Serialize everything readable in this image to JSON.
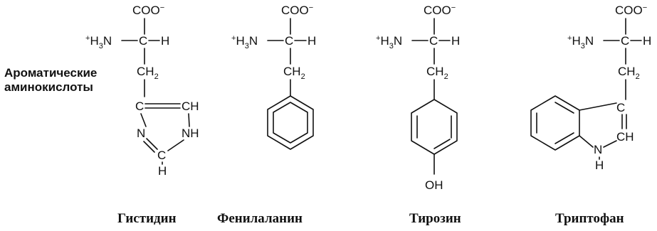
{
  "group_label": {
    "line1": "Ароматические",
    "line2": "аминокислоты"
  },
  "common": {
    "carboxylate": "COO",
    "minus": "−",
    "plus": "+",
    "amine_h": "H",
    "amine_n": "N",
    "subscript_3": "3",
    "alpha_c": "C",
    "alpha_h": "H",
    "methylene_ch": "CH",
    "subscript_2": "2"
  },
  "histidine_ring": {
    "c": "C",
    "ch": "CH",
    "n": "N",
    "nh": "NH",
    "c2": "C",
    "h": "H"
  },
  "tyrosine_sub": {
    "oh": "OH"
  },
  "tryptophan_ring": {
    "c": "C",
    "ch": "CH",
    "n": "N",
    "h": "H"
  },
  "names": {
    "histidine": "Гистидин",
    "phenylalanine": "Фенилаланин",
    "tyrosine": "Тирозин",
    "tryptophan": "Триптофан"
  }
}
